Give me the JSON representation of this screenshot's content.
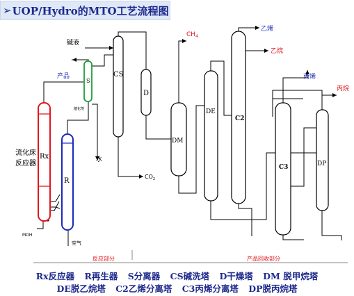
{
  "title": "UOP/Hydro的MTO工艺流程图",
  "vessels": {
    "rx": "Rx",
    "r": "R",
    "s": "S",
    "cs": "CS",
    "d": "D",
    "dm": "DM",
    "de": "DE",
    "c2": "C2",
    "c3": "C3",
    "dp": "DP"
  },
  "labels": {
    "feed_line1": "流化床",
    "feed_line2": "反应器",
    "product": "产品",
    "caustic": "碱液",
    "spent_catalyst": "催化剂",
    "water": "水",
    "co2": "CO",
    "co2_sub": "2",
    "ch4": "CH",
    "ch4_sub": "4",
    "ethylene": "乙烯",
    "ethane": "乙烷",
    "propylene": "丙烯",
    "propane": "丙烷",
    "meoh": "MOH",
    "air": "空气"
  },
  "sections": {
    "reaction": "反应部分",
    "recovery": "产品回收部分"
  },
  "legend": {
    "row1": [
      "Rx反应器",
      "R再生器",
      "S分离器",
      "CS碱洗塔",
      "D干燥塔",
      "DM 脱甲烷塔"
    ],
    "row2": [
      "DE脱乙烷塔",
      "C2乙烯分离塔",
      "C3丙烯分离塔",
      "DP脱丙烷塔"
    ]
  },
  "colors": {
    "title_text": "#1e2a8c",
    "title_bg": "#dfe8f7",
    "line": "#000000",
    "reactor": "#e0161b",
    "regenerator": "#1c2bb8",
    "separator": "#1f9c3a",
    "red_label": "#e0161b",
    "blue_label": "#1c2bb8"
  }
}
